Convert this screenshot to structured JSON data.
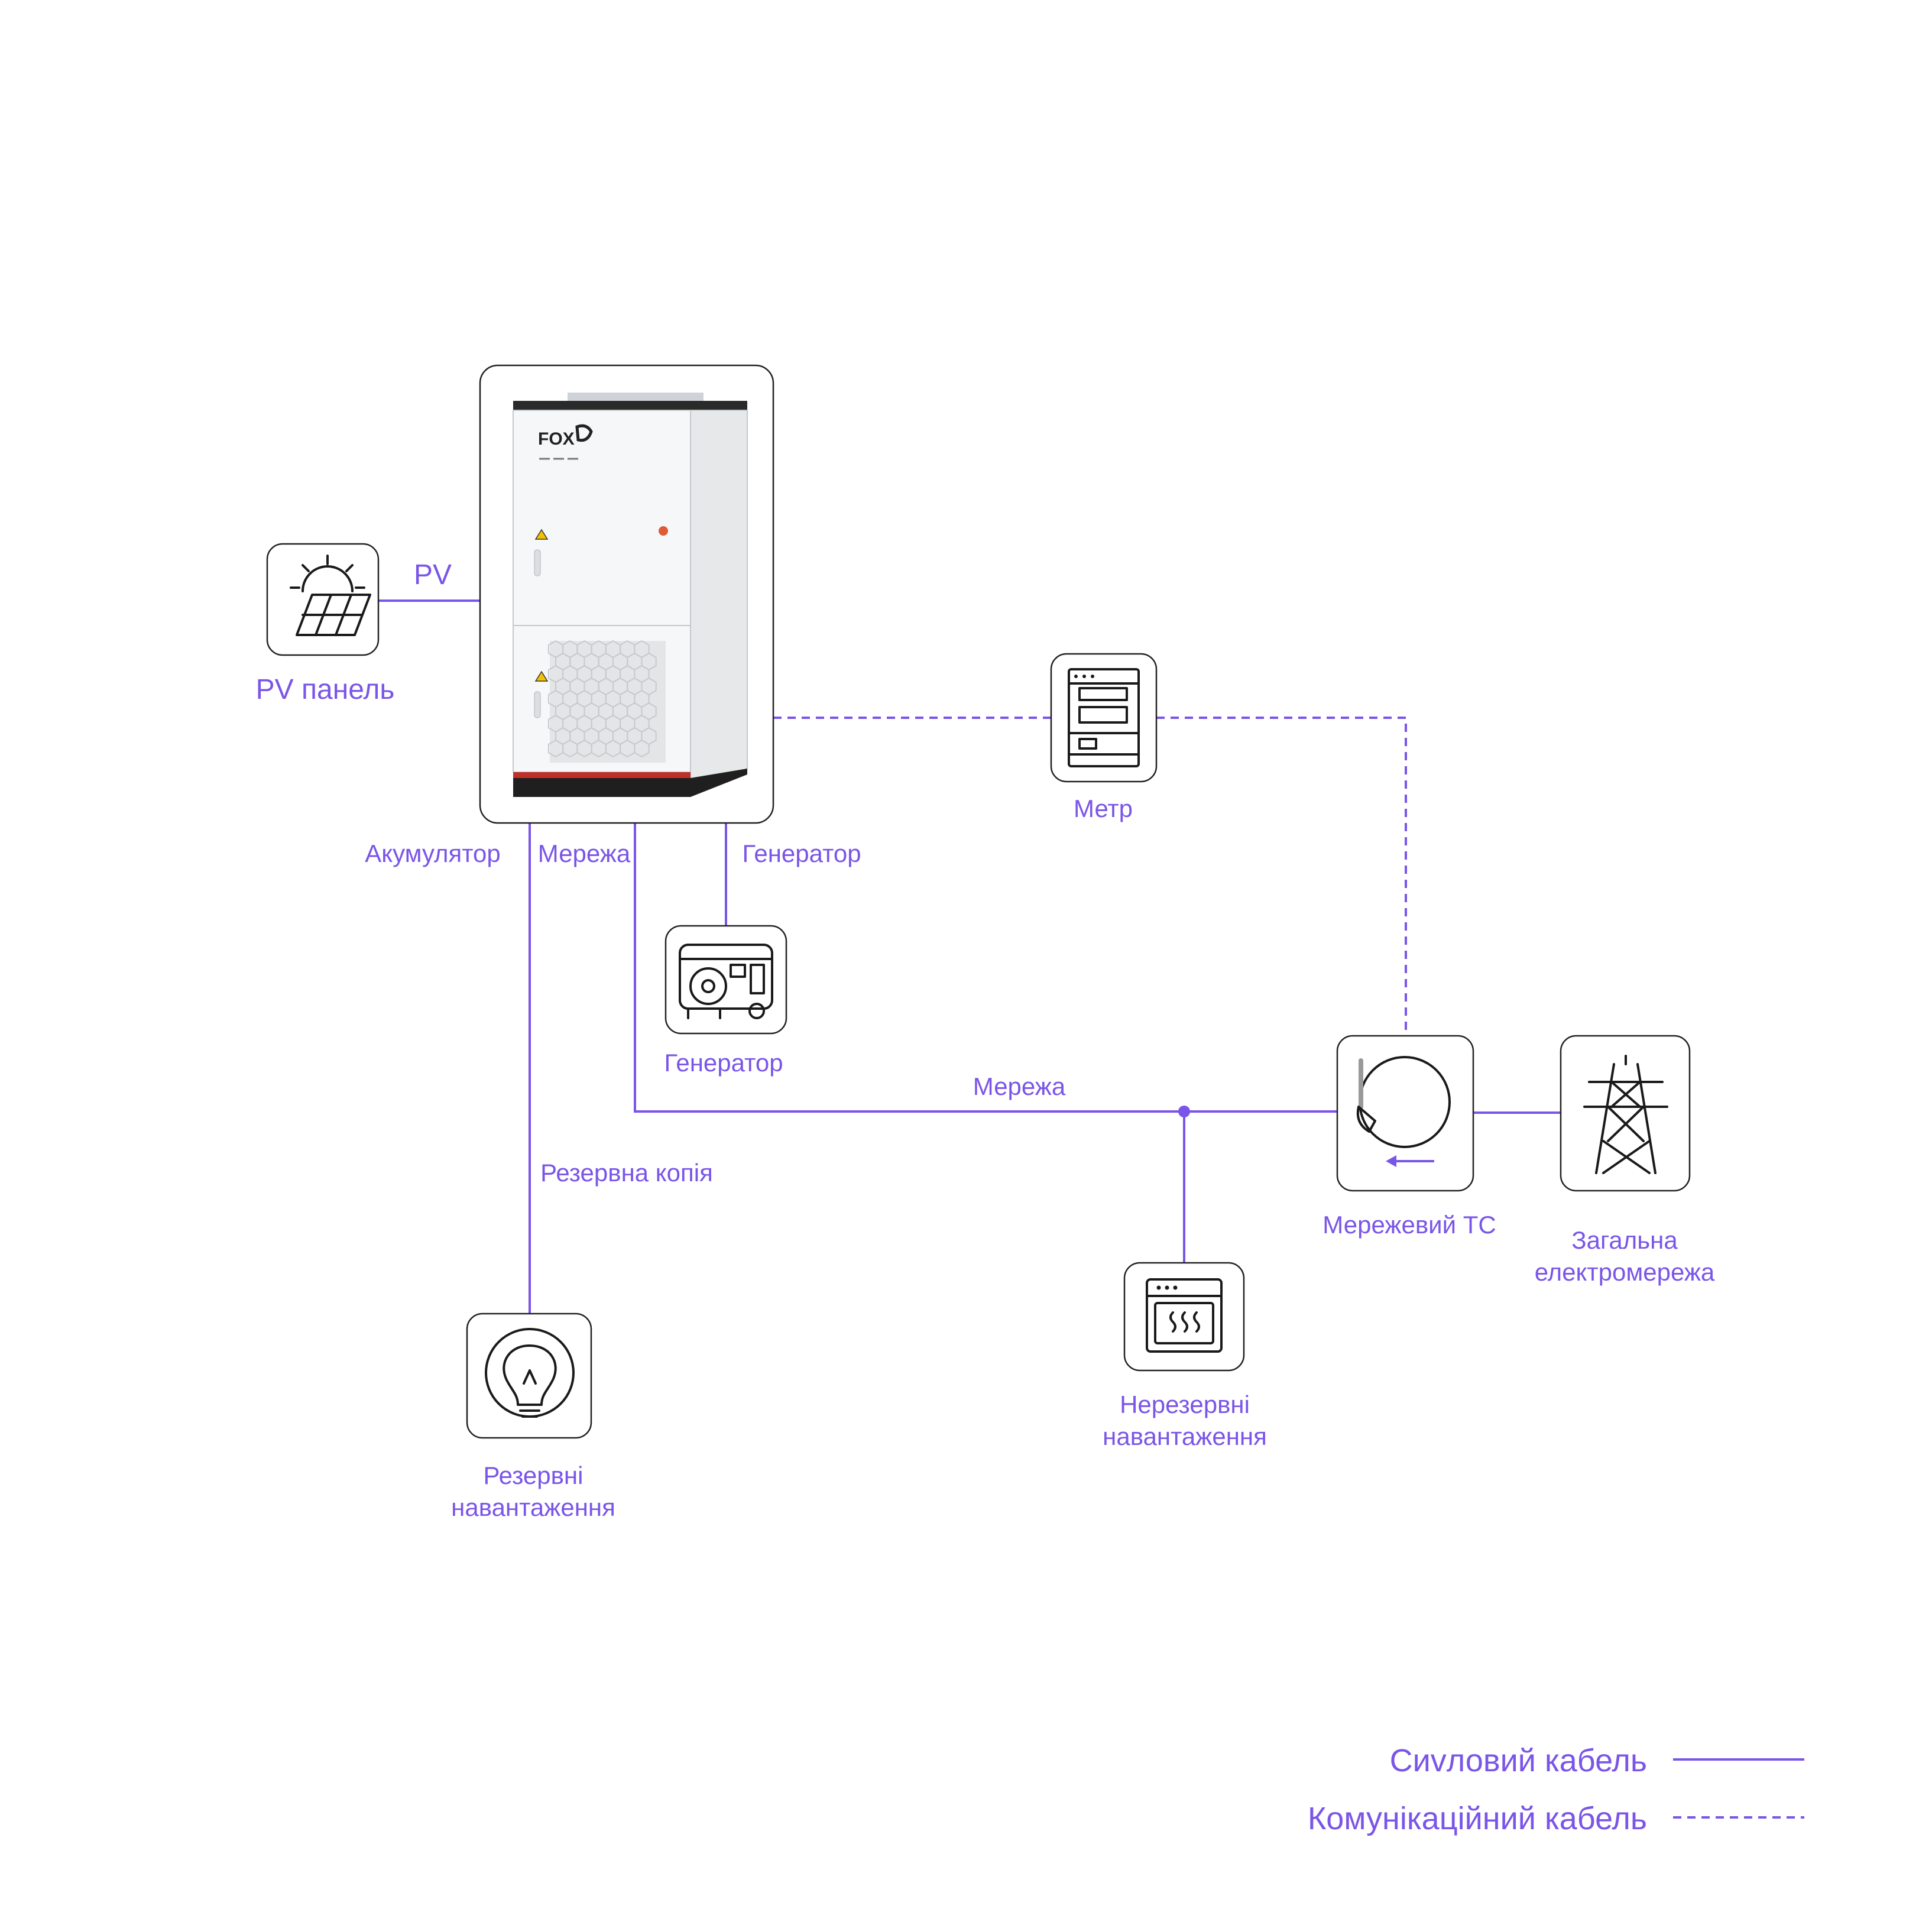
{
  "inverter": {
    "brand": "FOX"
  },
  "pv_link_label": "PV",
  "nodes": {
    "pv_panel": {
      "label": "PV панель",
      "icon": "solar-panel-icon"
    },
    "meter": {
      "label": "Метр",
      "icon": "meter-icon"
    },
    "generator": {
      "label": "Генератор",
      "icon": "generator-icon"
    },
    "grid_ct": {
      "label": "Мережевий ТС",
      "icon": "ct-clamp-icon"
    },
    "public_grid": {
      "label_line1": "Загальна",
      "label_line2": "електромережа",
      "icon": "power-tower-icon"
    },
    "backup_loads": {
      "label_line1": "Резервні",
      "label_line2": "навантаження",
      "icon": "light-bulb-icon"
    },
    "non_backup_loads": {
      "label_line1": "Нерезервні",
      "label_line2": "навантаження",
      "icon": "oven-icon"
    }
  },
  "ports": {
    "battery": "Акумулятор",
    "grid": "Мережа",
    "generator": "Генератор"
  },
  "links": {
    "grid_bus": "Мережа",
    "backup": "Резервна копія"
  },
  "legend": {
    "power_cable": "Сиvловий кабель",
    "comm_cable": "Комунікаційний кабель"
  },
  "colors": {
    "accent": "#7a55e8",
    "icon": "#1a1a1a",
    "inverter_stripe": "#c0302a"
  }
}
